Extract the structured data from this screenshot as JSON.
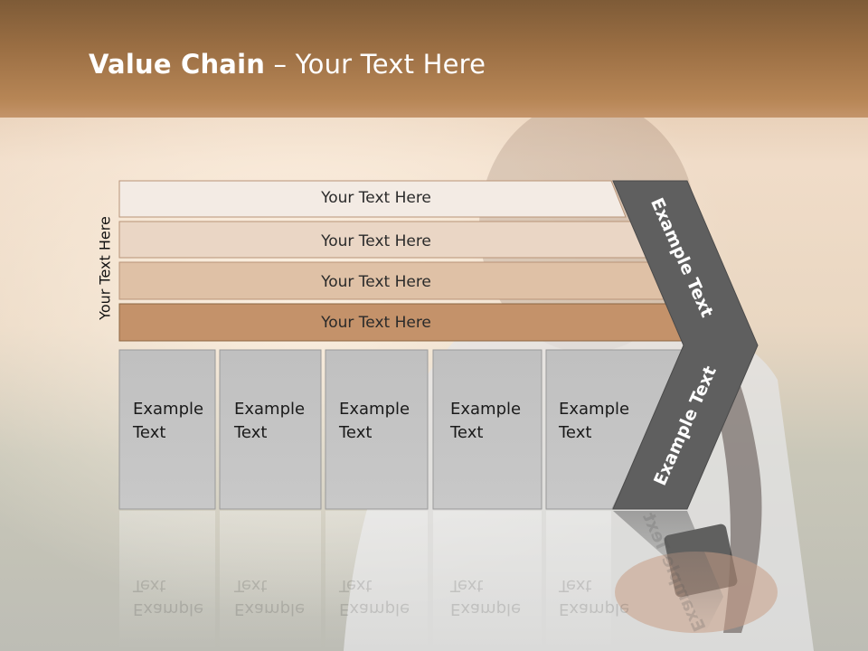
{
  "title": {
    "bold": "Value Chain",
    "rest": " – Your Text Here"
  },
  "side_label": "Your Text Here",
  "rows": [
    {
      "label": "Your Text Here",
      "color": "#f3ebe4"
    },
    {
      "label": "Your Text Here",
      "color": "#ead6c5"
    },
    {
      "label": "Your Text Here",
      "color": "#dfc1a6"
    },
    {
      "label": "Your Text Here",
      "color": "#c4926a"
    }
  ],
  "columns": [
    {
      "line1": "Example",
      "line2": "Text"
    },
    {
      "line1": "Example",
      "line2": "Text"
    },
    {
      "line1": "Example",
      "line2": "Text"
    },
    {
      "line1": "Example",
      "line2": "Text"
    },
    {
      "line1": "Example",
      "line2": "Text"
    }
  ],
  "chevron": {
    "upper_label": "Example Text",
    "lower_label": "Example Text",
    "color": "#5f5f5f"
  },
  "colors": {
    "header": "#9a6e43",
    "column_fill": "#c3c3c3"
  }
}
